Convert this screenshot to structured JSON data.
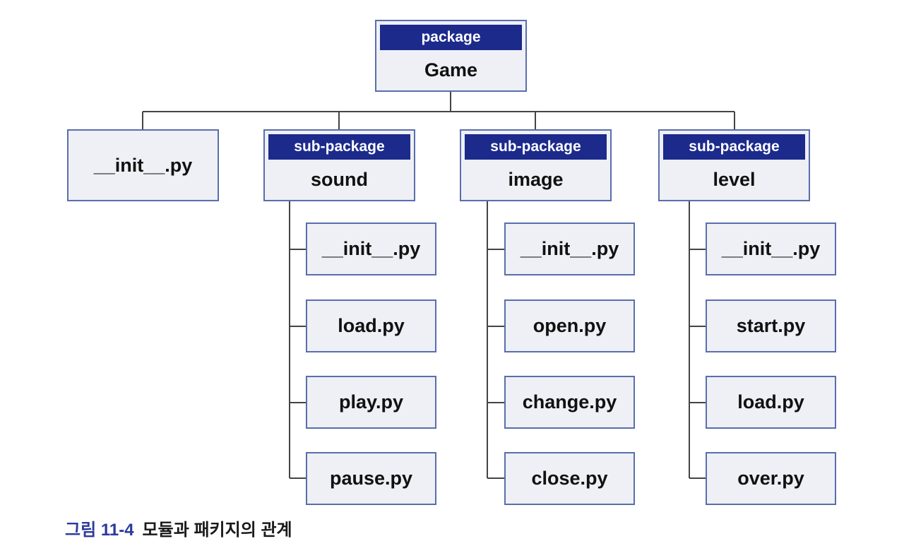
{
  "root": {
    "header": "package",
    "name": "Game"
  },
  "root_init": {
    "name": "__init__.py"
  },
  "subpackages": [
    {
      "header": "sub-package",
      "name": "sound",
      "modules": [
        "__init__.py",
        "load.py",
        "play.py",
        "pause.py"
      ]
    },
    {
      "header": "sub-package",
      "name": "image",
      "modules": [
        "__init__.py",
        "open.py",
        "change.py",
        "close.py"
      ]
    },
    {
      "header": "sub-package",
      "name": "level",
      "modules": [
        "__init__.py",
        "start.py",
        "load.py",
        "over.py"
      ]
    }
  ],
  "caption": {
    "number": "그림 11-4",
    "text": "모듈과 패키지의 관계"
  },
  "colors": {
    "header_bg": "#1c2a8c",
    "box_bg": "#eef0f5",
    "border": "#5a6dad",
    "line": "#444444",
    "caption_number": "#2b3a9c"
  }
}
